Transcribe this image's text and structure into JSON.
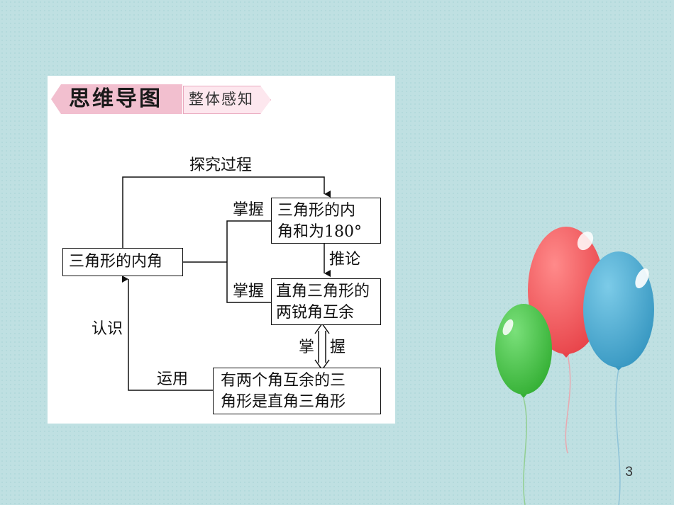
{
  "header": {
    "title": "思维导图",
    "subtitle": "整体感知"
  },
  "nodes": {
    "center": "三角形的内角",
    "sum": [
      "三角形的内",
      "角和为180°"
    ],
    "acute": [
      "直角三角形的",
      "两锐角互余"
    ],
    "converse": [
      "有两个角互余的三",
      "角形是直角三角形"
    ]
  },
  "edge_labels": {
    "explore": "探究过程",
    "master_top": "掌握",
    "master_mid": "掌握",
    "deduce": "推论",
    "master_vertical_left": "掌",
    "master_vertical_right": "握",
    "recognize": "认识",
    "apply": "运用"
  },
  "page": {
    "number": "3"
  },
  "colors": {
    "background": "#bfe0e2",
    "banner_pink": "#f2bfcf",
    "balloon_red": "#f0555a",
    "balloon_blue": "#4aa9cf",
    "balloon_green": "#4cc24a"
  }
}
